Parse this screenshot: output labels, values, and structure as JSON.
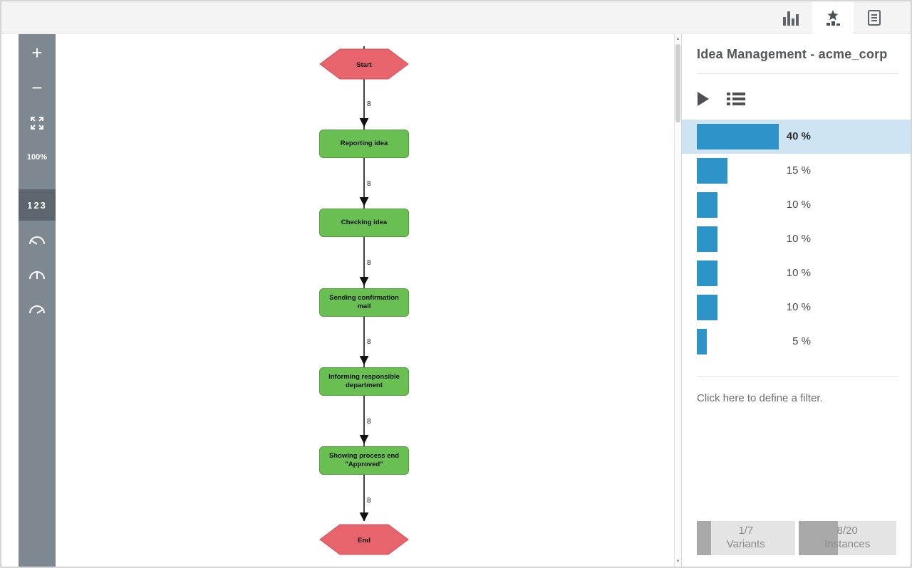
{
  "topbar": {
    "tabs": [
      {
        "id": "chart-view",
        "icon": "bar-chart-icon",
        "active": false
      },
      {
        "id": "variants-view",
        "icon": "star-chart-icon",
        "active": true
      },
      {
        "id": "log-view",
        "icon": "document-icon",
        "active": false
      }
    ]
  },
  "map_toolbar": {
    "zoom_in_label": "+",
    "zoom_out_label": "−",
    "fit_icon": "expand-icon",
    "zoom_level": "100%",
    "frequency_label": "123",
    "gauge_icons": [
      "gauge-low-icon",
      "gauge-mid-icon",
      "gauge-high-icon"
    ]
  },
  "process_map": {
    "nodes": [
      {
        "label": "Start",
        "type": "start",
        "fill": "#e8646c"
      },
      {
        "label": "Reporting idea",
        "type": "activity",
        "fill": "#6abf53"
      },
      {
        "label": "Checking idea",
        "type": "activity",
        "fill": "#6abf53"
      },
      {
        "label": "Sending confirmation mail",
        "type": "activity",
        "fill": "#6abf53"
      },
      {
        "label": "Informing responsible department",
        "type": "activity",
        "fill": "#6abf53"
      },
      {
        "label": "Showing process end \"Approved\"",
        "type": "activity",
        "fill": "#6abf53"
      },
      {
        "label": "End",
        "type": "end",
        "fill": "#e8646c"
      }
    ],
    "edges": [
      {
        "from": "Start",
        "to": "Reporting idea",
        "label": "8"
      },
      {
        "from": "Reporting idea",
        "to": "Checking idea",
        "label": "8"
      },
      {
        "from": "Checking idea",
        "to": "Sending confirmation mail",
        "label": "8"
      },
      {
        "from": "Sending confirmation mail",
        "to": "Informing responsible department",
        "label": "8"
      },
      {
        "from": "Informing responsible department",
        "to": "Showing process end \"Approved\"",
        "label": "8"
      },
      {
        "from": "Showing process end \"Approved\"",
        "to": "End",
        "label": "8"
      }
    ]
  },
  "sidebar": {
    "title": "Idea Management - acme_corp",
    "variants": [
      {
        "percent": "40 %",
        "value": 40,
        "selected": true
      },
      {
        "percent": "15 %",
        "value": 15,
        "selected": false
      },
      {
        "percent": "10 %",
        "value": 10,
        "selected": false
      },
      {
        "percent": "10 %",
        "value": 10,
        "selected": false
      },
      {
        "percent": "10 %",
        "value": 10,
        "selected": false
      },
      {
        "percent": "10 %",
        "value": 10,
        "selected": false
      },
      {
        "percent": "5 %",
        "value": 5,
        "selected": false
      }
    ],
    "filter_prompt": "Click here to define a filter.",
    "stats": [
      {
        "value": "1/7",
        "label": "Variants",
        "numerator": 1,
        "denominator": 7
      },
      {
        "value": "8/20",
        "label": "Instances",
        "numerator": 8,
        "denominator": 20
      }
    ]
  },
  "colors": {
    "activity_fill": "#6abf53",
    "activity_border": "#4f9e38",
    "terminal_fill": "#e8646c",
    "terminal_border": "#d44f59",
    "variant_bar": "#2e93c9",
    "selected_row_bg": "#cfe4f3",
    "rail_bg": "#7e8890",
    "rail_selected_bg": "#5d666d"
  }
}
